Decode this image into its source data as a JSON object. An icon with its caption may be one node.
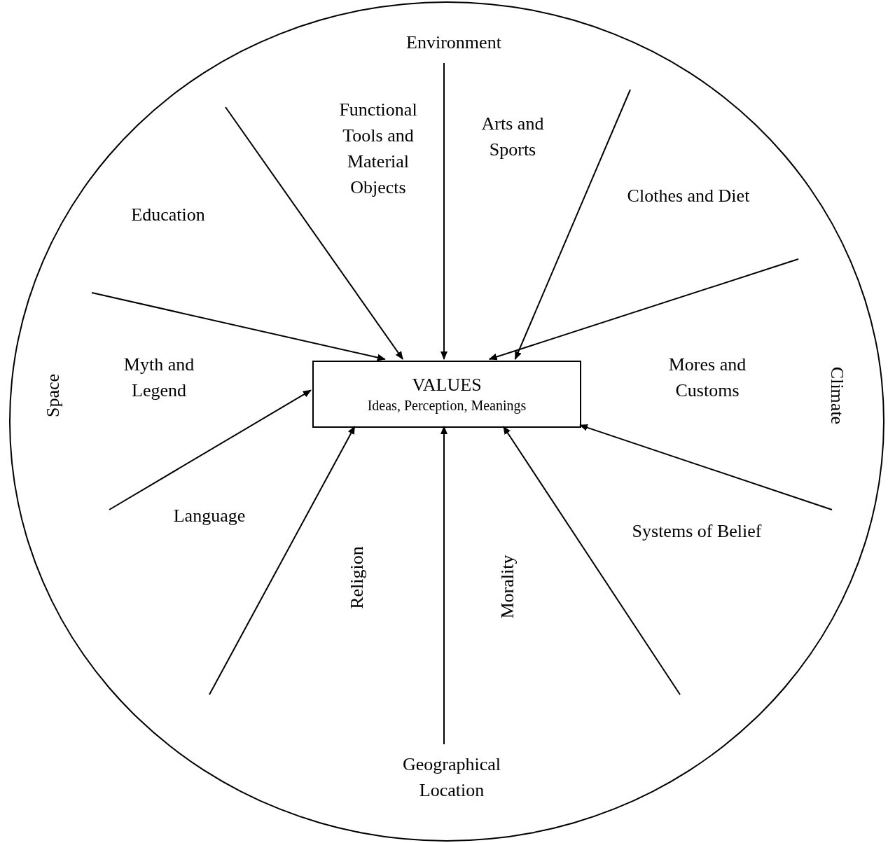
{
  "diagram": {
    "nodes": [
      {
        "text": [],
        "shape": "circle"
      },
      {
        "text": [
          "VALUES",
          "Ideas, Perception, Meanings"
        ],
        "in": 0
      }
    ],
    "edges": [
      {
        "from": null,
        "to": 1,
        "arrow": "to"
      },
      {
        "from": null,
        "to": 1,
        "arrow": "to"
      },
      {
        "from": null,
        "to": 1,
        "arrow": "to"
      },
      {
        "from": null,
        "to": 1,
        "arrow": "to"
      },
      {
        "from": null,
        "to": 1,
        "arrow": "to"
      },
      {
        "from": null,
        "to": 1,
        "arrow": "to"
      },
      {
        "from": null,
        "to": 1,
        "arrow": "to"
      },
      {
        "from": null,
        "to": 1,
        "arrow": "to"
      },
      {
        "from": null,
        "to": 1,
        "arrow": "to"
      },
      {
        "from": null,
        "to": 1,
        "arrow": "to"
      }
    ],
    "labels": [
      "Environment",
      "Functional Tools and Material Objects",
      "Arts and Sports",
      "Education",
      "Clothes and Diet",
      "Myth and Legend",
      "Space",
      "Mores and Customs",
      "Climate",
      "Language",
      "Systems of Belief",
      "Religion",
      "Morality",
      "Geographical Location"
    ]
  }
}
